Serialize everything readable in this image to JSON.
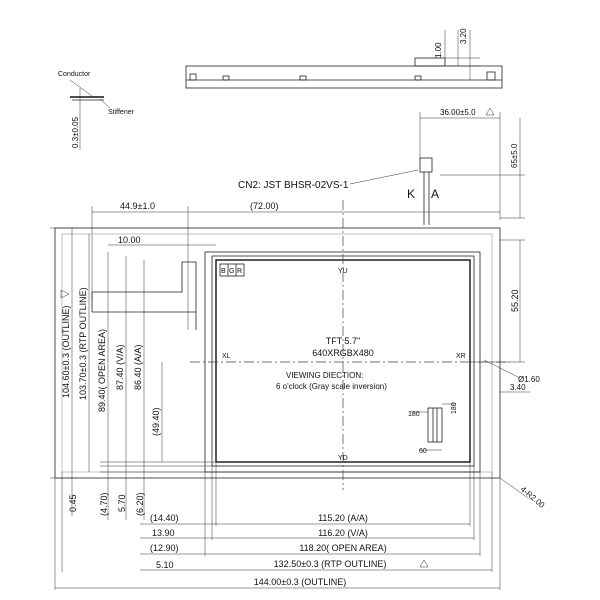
{
  "labels": {
    "conductor": "Conductor",
    "stiffener": "Stiffener",
    "cn2": "CN2: JST BHSR-02VS-1",
    "k": "K",
    "a": "A",
    "tft": "TFT 5.7\"",
    "resolution": "640XRGBX480",
    "viewing_1": "VIEWING DIECTION:",
    "viewing_2": "6 o'clock (Gray scale inversion)",
    "yu": "YU",
    "yd": "YD",
    "xl": "XL",
    "xr": "XR",
    "b": "B",
    "g": "G",
    "r": "R"
  },
  "dims": {
    "d_1_00": "1.00",
    "d_3_20": "3.20",
    "d_0_3": "0.3±0.05",
    "d_36": "36.00±5.0",
    "d_65": "65±5.0",
    "d_44_9": "44.9±1.0",
    "d_72": "(72.00)",
    "d_10": "10.00",
    "d_55_2": "55.20",
    "d_104_6": "104.60±0.3 (OUTLINE)",
    "d_103_7": "103.70±0.3 (RTP OUTLINE)",
    "d_89_4": "89.40( OPEN AREA)",
    "d_87_4": "87.40 (V/A)",
    "d_86_4": "86.40 (A/A)",
    "d_49_4": "(49.40)",
    "d_phi": "Ø1.60",
    "d_3_40": "3.40",
    "d_180a": "180",
    "d_180b": "180",
    "d_60": "60",
    "d_0_45": "0.45",
    "d_4_70": "(4.70)",
    "d_5_70": "5.70",
    "d_6_20": "(6.20)",
    "d_14_4": "(14.40)",
    "d_13_9": "13.90",
    "d_12_9": "(12.90)",
    "d_5_10": "5.10",
    "d_115_2": "115.20 (A/A)",
    "d_116_2": "116.20 (V/A)",
    "d_118_2": "118.20( OPEN AREA)",
    "d_132_5": "132.50±0.3 (RTP OUTLINE)",
    "d_144": "144.00±0.3 (OUTLINE)",
    "d_r2": "4-R2.00"
  }
}
